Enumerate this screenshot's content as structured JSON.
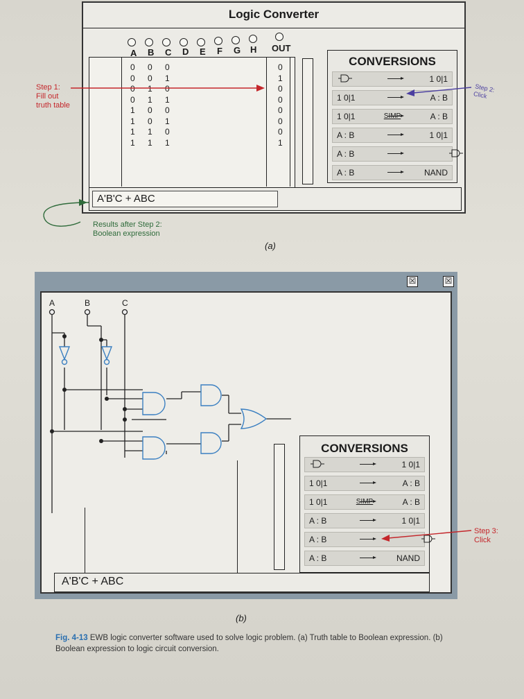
{
  "figure_a": {
    "title": "Logic Converter",
    "var_labels": [
      "A",
      "B",
      "C",
      "D",
      "E",
      "F",
      "G",
      "H"
    ],
    "out_label": "OUT",
    "truth_table": {
      "A": [
        "0",
        "0",
        "0",
        "0",
        "1",
        "1",
        "1",
        "1"
      ],
      "B": [
        "0",
        "0",
        "1",
        "1",
        "0",
        "0",
        "1",
        "1"
      ],
      "C": [
        "0",
        "1",
        "0",
        "1",
        "0",
        "1",
        "0",
        "1"
      ],
      "OUT": [
        "0",
        "1",
        "0",
        "0",
        "0",
        "0",
        "0",
        "1"
      ]
    },
    "conversions": {
      "title": "CONVERSIONS",
      "rows": [
        {
          "left": "gate",
          "mid": "",
          "right": "1 0|1"
        },
        {
          "left": "1 0|1",
          "mid": "",
          "right": "A : B"
        },
        {
          "left": "1 0|1",
          "mid": "SIMP",
          "right": "A : B"
        },
        {
          "left": "A : B",
          "mid": "",
          "right": "1 0|1"
        },
        {
          "left": "A : B",
          "mid": "",
          "right": "gate"
        },
        {
          "left": "A : B",
          "mid": "",
          "right": "NAND"
        }
      ]
    },
    "expression": "A'B'C + ABC",
    "step1": "Step 1:\nFill out\ntruth table",
    "step2": "Step 2:\nClick",
    "results_note": "Results after Step 2:\nBoolean expression",
    "caption": "(a)"
  },
  "figure_b": {
    "inputs": [
      "A",
      "B",
      "C"
    ],
    "close_icons": [
      "☒",
      "☒"
    ],
    "conversions": {
      "title": "CONVERSIONS",
      "rows": [
        {
          "left": "gate",
          "mid": "",
          "right": "1 0|1"
        },
        {
          "left": "1 0|1",
          "mid": "",
          "right": "A : B"
        },
        {
          "left": "1 0|1",
          "mid": "SIMP",
          "right": "A : B"
        },
        {
          "left": "A : B",
          "mid": "",
          "right": "1 0|1"
        },
        {
          "left": "A : B",
          "mid": "",
          "right": "gate"
        },
        {
          "left": "A : B",
          "mid": "",
          "right": "NAND"
        }
      ]
    },
    "expression": "A'B'C + ABC",
    "step3": "Step 3:\nClick",
    "caption": "(b)"
  },
  "fig_caption": {
    "number": "Fig. 4-13",
    "text": " EWB logic converter software used to solve logic problem. (a) Truth table to Boolean expression. (b) Boolean expression to logic circuit conversion."
  },
  "colors": {
    "red": "#c4262b",
    "green": "#2f6b3b",
    "blue": "#4b3fa0",
    "gate": "#3a7fc1"
  }
}
